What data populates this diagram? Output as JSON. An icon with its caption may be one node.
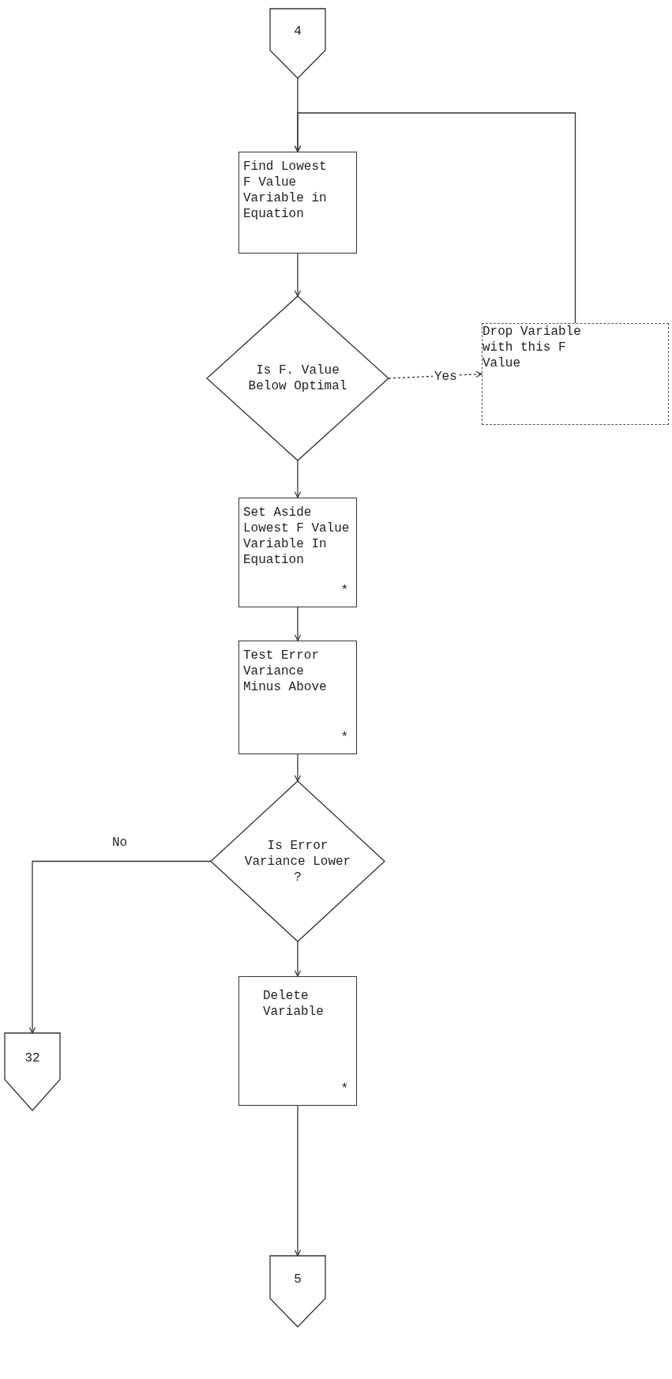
{
  "diagram": {
    "nodes": [
      {
        "text": [
          "4"
        ]
      },
      {
        "text": [
          "Find Lowest F Value Variable in Equation"
        ]
      },
      {
        "text": [
          "Is F. Value Below Optimal"
        ]
      },
      {
        "text": [
          "Drop Variable with this F Value"
        ]
      },
      {
        "text": [
          "Set Aside Lowest F Value Variable In Equation",
          "*"
        ]
      },
      {
        "text": [
          "Test Error Variance Minus Above",
          "*"
        ]
      },
      {
        "text": [
          "Is Error Variance Lower ?"
        ]
      },
      {
        "text": [
          "32"
        ]
      },
      {
        "text": [
          "Delete Variable",
          "*"
        ]
      },
      {
        "text": [
          "5"
        ]
      }
    ],
    "edges": [
      {
        "from": 0,
        "to": 1,
        "arrow": "to"
      },
      {
        "from": 1,
        "to": 2,
        "arrow": "to"
      },
      {
        "from": 2,
        "to": 3,
        "arrow": "to",
        "label": "Yes",
        "style": "dashed"
      },
      {
        "from": 3,
        "to": 1,
        "arrow": "to"
      },
      {
        "from": 2,
        "to": 4,
        "arrow": "to"
      },
      {
        "from": 4,
        "to": 5,
        "arrow": "to"
      },
      {
        "from": 5,
        "to": 6,
        "arrow": "to"
      },
      {
        "from": 6,
        "to": 7,
        "arrow": "to",
        "label": "No"
      },
      {
        "from": 6,
        "to": 8,
        "arrow": "to"
      },
      {
        "from": 8,
        "to": 9,
        "arrow": "to"
      }
    ]
  }
}
